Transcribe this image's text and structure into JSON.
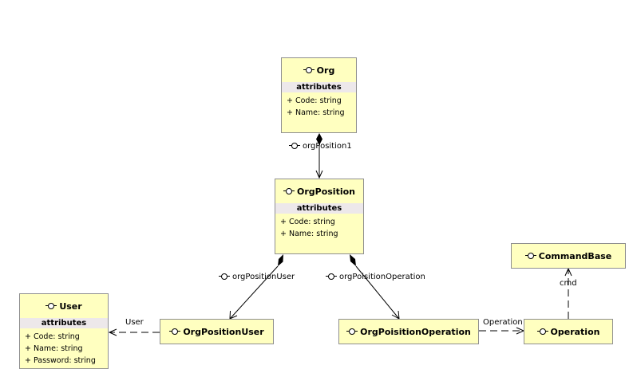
{
  "classes": {
    "org": {
      "name": "Org",
      "section": "attributes",
      "attributes": [
        "+ Code: string",
        "+ Name: string"
      ]
    },
    "org_position": {
      "name": "OrgPosition",
      "section": "attributes",
      "attributes": [
        "+ Code: string",
        "+ Name: string"
      ]
    },
    "user": {
      "name": "User",
      "section": "attributes",
      "attributes": [
        "+ Code: string",
        "+ Name: string",
        "+ Password: string"
      ]
    },
    "org_position_user": {
      "name": "OrgPositionUser"
    },
    "org_poisition_operation": {
      "name": "OrgPoisitionOperation"
    },
    "operation": {
      "name": "Operation"
    },
    "command_base": {
      "name": "CommandBase"
    }
  },
  "links": {
    "org_position1": "orgPosition1",
    "org_position_user": "orgPositionUser",
    "org_poisition_operation": "orgPoisitionOperation",
    "user": "User",
    "operation": "Operation",
    "cmd": "cmd"
  },
  "colors": {
    "class_fill": "#ffffc0",
    "section_fill": "#ede8ea",
    "border": "#8f8f8f"
  }
}
